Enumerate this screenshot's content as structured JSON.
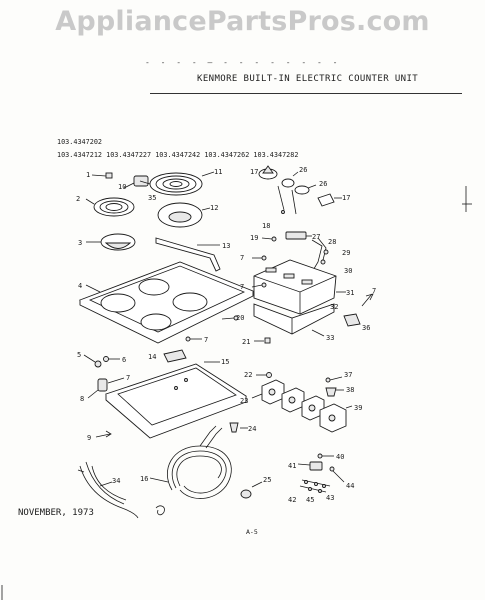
{
  "watermark": "AppliancePartsPros.com",
  "header": {
    "dashes": "- - -  -  ‒  -  -  ‐  -  -  -  -  -",
    "title": "KENMORE BUILT-IN ELECTRIC COUNTER UNIT"
  },
  "models": {
    "line1": "103.4347202",
    "line2": "103.4347212  103.4347227  103.4347242  103.4347262  103.4347282"
  },
  "footer": {
    "date": "NOVEMBER, 1973",
    "page_ref": "A-5"
  },
  "callouts": [
    "1",
    "2",
    "3",
    "4",
    "5",
    "6",
    "7",
    "8",
    "9",
    "10",
    "11",
    "12",
    "13",
    "14",
    "15",
    "16",
    "17",
    "18",
    "19",
    "20",
    "21",
    "22",
    "23",
    "24",
    "25",
    "26",
    "27",
    "28",
    "29",
    "30",
    "31",
    "32",
    "33",
    "34",
    "35",
    "36",
    "37",
    "38",
    "39",
    "40",
    "41",
    "42",
    "43",
    "44",
    "45"
  ]
}
